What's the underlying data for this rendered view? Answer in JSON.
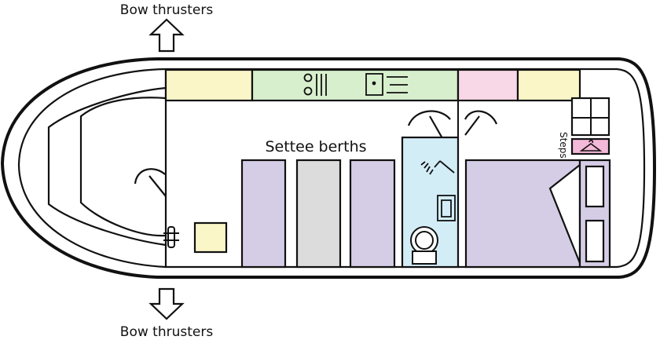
{
  "labels": {
    "bow_thrusters_top": "Bow thrusters",
    "bow_thrusters_bottom": "Bow thrusters",
    "settee_berths": "Settee berths",
    "steps": "Steps"
  },
  "colors": {
    "outline": "#111111",
    "cream": "#faf6c8",
    "green": "#d8efcd",
    "pink": "#f8d7e6",
    "lavender": "#d5cce6",
    "grey": "#dcdcdc",
    "blue": "#d3edf7",
    "magenta": "#f4b8d8"
  },
  "icons": {
    "thruster_arrows": "arrow-up-outline / arrow-down-outline",
    "hob": "hob-icon",
    "sink": "sink-icon",
    "shower": "shower-head-icon",
    "toilet": "toilet-icon",
    "hanger": "coat-hanger-icon",
    "helm": "tiller-icon"
  }
}
